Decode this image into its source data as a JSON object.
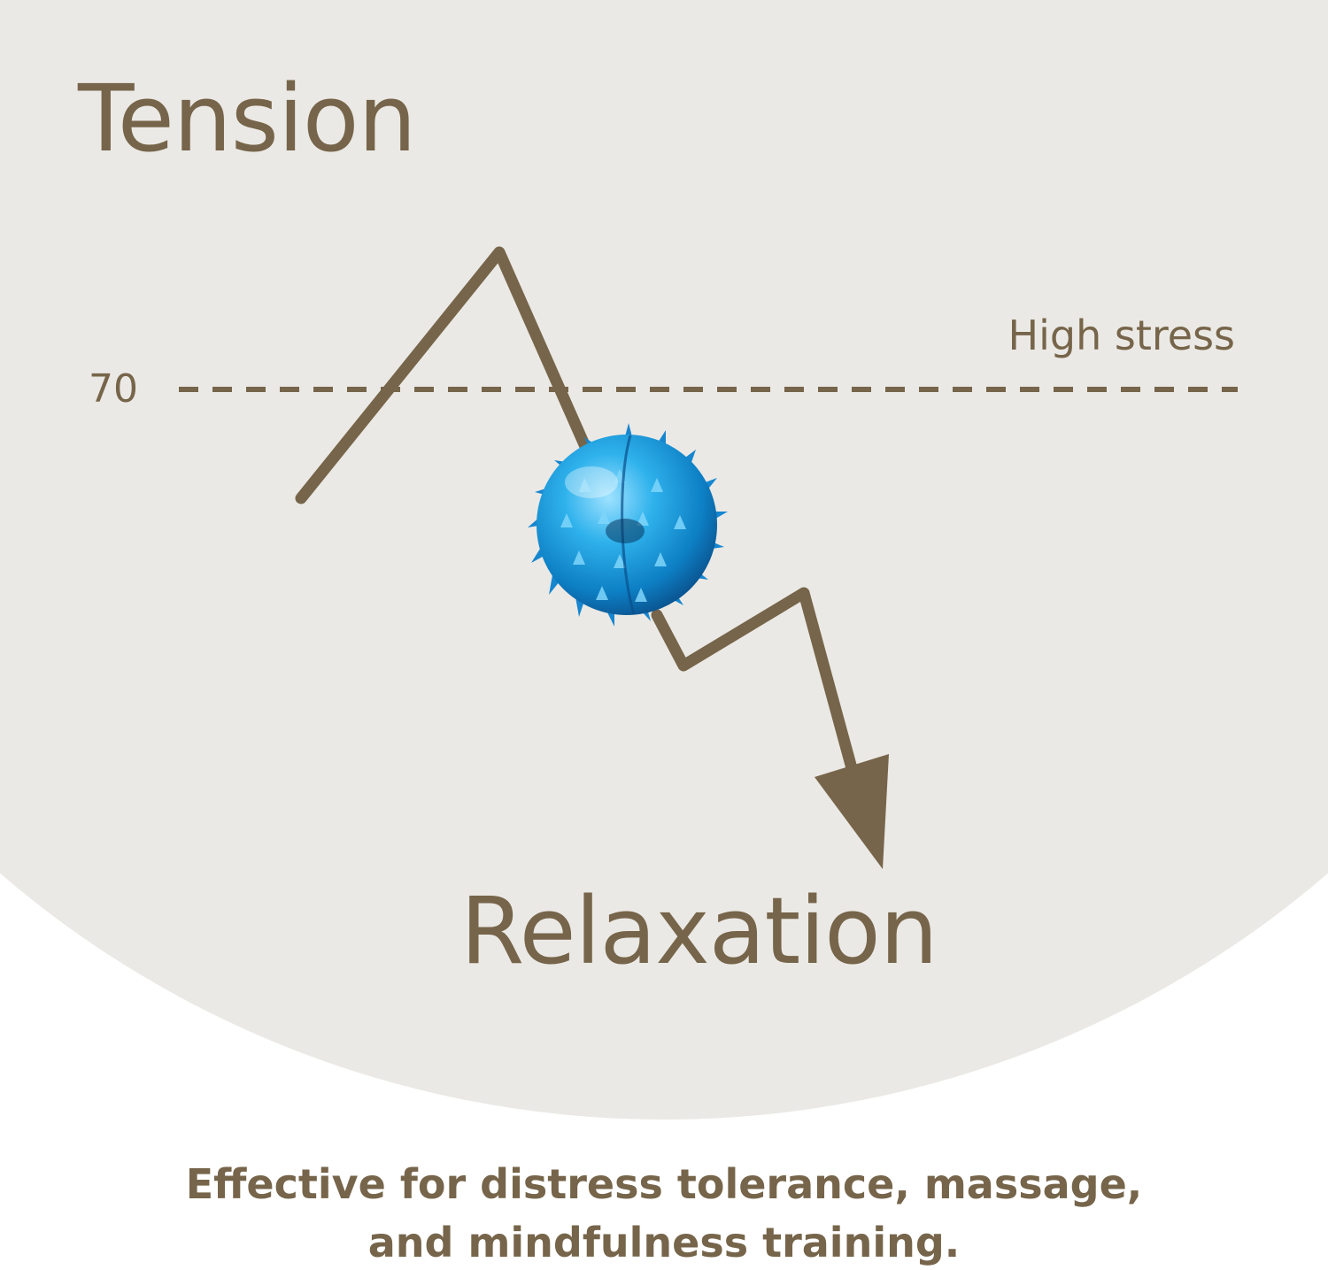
{
  "headings": {
    "top": "Tension",
    "bottom": "Relaxation"
  },
  "threshold": {
    "label": "High stress",
    "value_text": "70"
  },
  "caption": {
    "line1": "Effective for distress tolerance, massage,",
    "line2": "and mindfulness training."
  },
  "colors": {
    "text_and_line": "#76654a",
    "background_panel": "#ebe9e5",
    "page_background": "#ffffff",
    "ball": "#1a9bd8"
  },
  "icons": {
    "product": "spiky-massage-ball-icon",
    "trend": "down-arrow-icon"
  }
}
